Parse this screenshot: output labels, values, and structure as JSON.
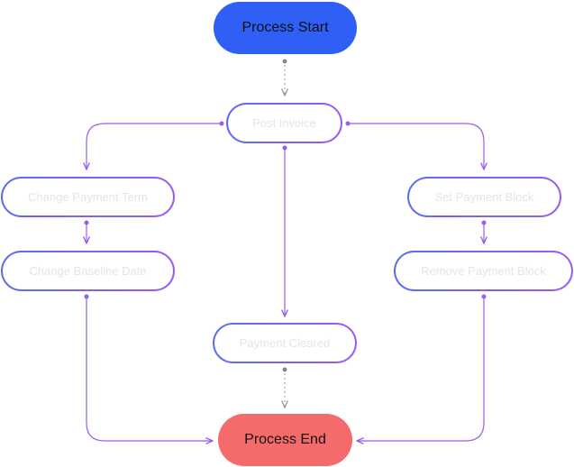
{
  "diagram": {
    "colors": {
      "start_fill": "#2f5ff5",
      "end_fill": "#f56a6a",
      "edge": "#9a5cf0",
      "dotted_edge": "#aaaaaa",
      "faded_text": "#e4e4ea"
    },
    "nodes": {
      "process_start": "Process Start",
      "post_invoice": "Post Invoice",
      "change_payment_term": "Change Payment Term",
      "change_baseline_date": "Change Baseline Date",
      "set_payment_block": "Set Payment Block",
      "remove_payment_block": "Remove Payment Block",
      "payment_cleared": "Payment Cleared",
      "process_end": "Process End"
    }
  }
}
